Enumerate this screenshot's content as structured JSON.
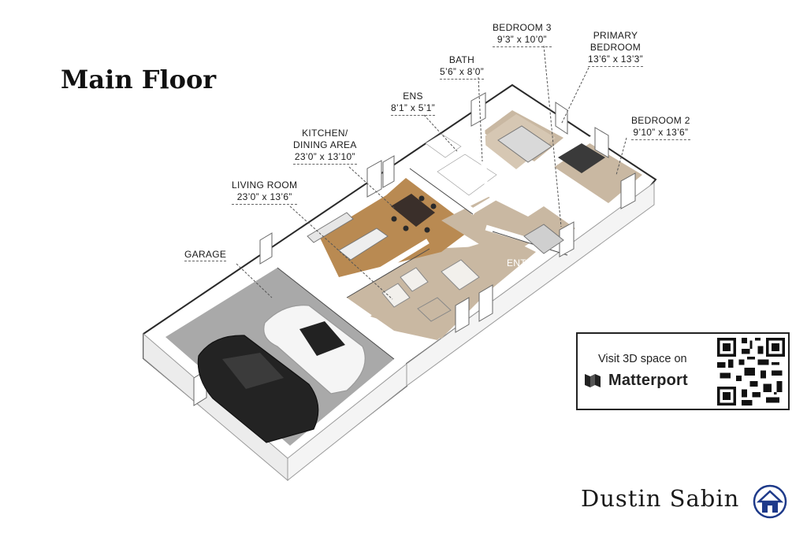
{
  "title": "Main Floor",
  "rooms": [
    {
      "id": "garage",
      "name": "GARAGE",
      "dims": ""
    },
    {
      "id": "living",
      "name": "LIVING ROOM",
      "dims": "23’0” x 13’6”"
    },
    {
      "id": "kitchen",
      "name": "KITCHEN/",
      "name2": "DINING AREA",
      "dims": "23’0” x 13’10”"
    },
    {
      "id": "ens",
      "name": "ENS",
      "dims": "8’1” x 5’1”"
    },
    {
      "id": "bath",
      "name": "BATH",
      "dims": "5’6” x 8’0”"
    },
    {
      "id": "bedroom3",
      "name": "BEDROOM 3",
      "dims": "9’3” x 10’0”"
    },
    {
      "id": "primary",
      "name": "PRIMARY",
      "name2": "BEDROOM",
      "dims": "13’6” x 13’3”"
    },
    {
      "id": "bedroom2",
      "name": "BEDROOM 2",
      "dims": "9’10” x 13’6”"
    }
  ],
  "entry_label": "ENTRY",
  "matterport": {
    "visit_text": "Visit 3D space on",
    "brand": "Matterport"
  },
  "branding": {
    "name": "Dustin Sabin"
  },
  "colors": {
    "floor_wood": "#b98a52",
    "floor_room": "#c9b8a2",
    "floor_garage": "#a9a9a9",
    "wall": "#ffffff",
    "wall_edge": "#2a2a2a",
    "logo_blue": "#1e3a8a"
  },
  "icons": [
    "matterport-logo-icon",
    "qr-code-icon",
    "house-logo-icon",
    "car-icon"
  ]
}
